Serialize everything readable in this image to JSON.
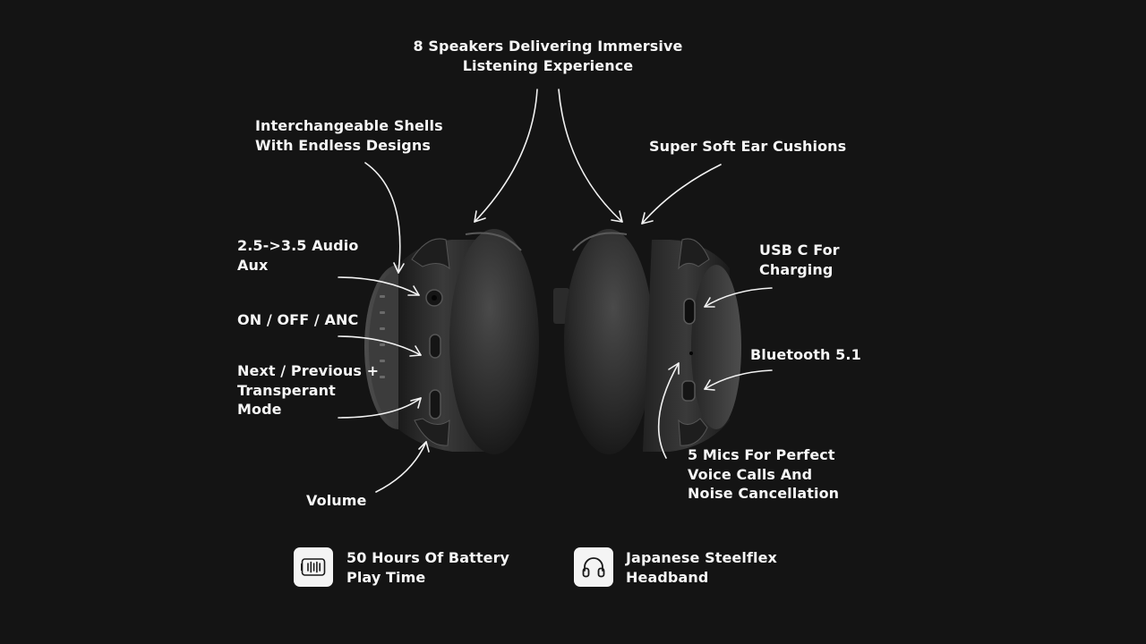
{
  "callouts": {
    "speakers": [
      "8 Speakers Delivering Immersive",
      "Listening Experience"
    ],
    "shells": [
      "Interchangeable Shells",
      "With Endless Designs"
    ],
    "cushions": [
      "Super Soft Ear Cushions"
    ],
    "aux": [
      "2.5->3.5 Audio",
      "Aux"
    ],
    "power": [
      "ON / OFF / ANC"
    ],
    "next_prev": [
      "Next / Previous +",
      "Transperant",
      "Mode"
    ],
    "volume": [
      "Volume"
    ],
    "usb": [
      "USB C For",
      "Charging"
    ],
    "bluetooth": [
      "Bluetooth 5.1"
    ],
    "mics": [
      "5 Mics For Perfect",
      "Voice Calls And",
      "Noise Cancellation"
    ]
  },
  "features": [
    {
      "icon": "battery-icon",
      "lines": [
        "50 Hours Of Battery",
        "Play Time"
      ]
    },
    {
      "icon": "headphones-icon",
      "lines": [
        "Japanese Steelflex",
        "Headband"
      ]
    }
  ],
  "colors": {
    "background": "#141414",
    "text": "#f6f6f6",
    "icon_tile": "#f4f4f4"
  }
}
